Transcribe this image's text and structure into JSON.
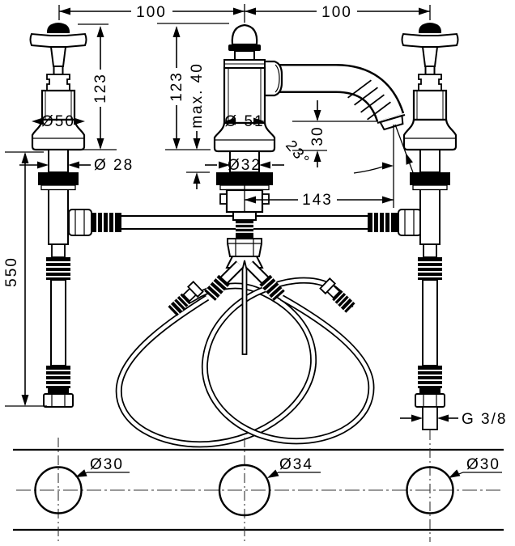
{
  "dimensions": {
    "spacing_left": "100",
    "spacing_right": "100",
    "height_left": "123",
    "height_center": "123",
    "max_thickness": "max. 40",
    "base_dia_left": "Ø50",
    "base_dia_center": "Ø 51",
    "shank_dia_left": "Ø 28",
    "shank_dia_center": "Ø32",
    "outlet_height": "30",
    "spout_angle": "23°",
    "reach": "143",
    "hose_length": "550",
    "thread": "G 3/8"
  },
  "deck_plan": {
    "hole_left": "Ø30",
    "hole_center": "Ø34",
    "hole_right": "Ø30"
  }
}
